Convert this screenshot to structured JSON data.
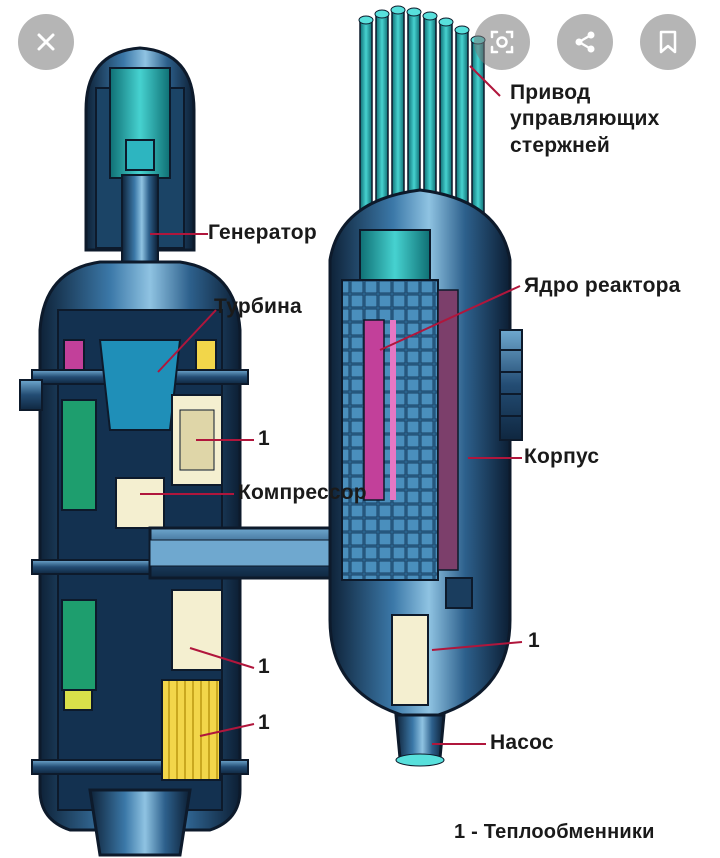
{
  "labels": {
    "control_rods": "Привод\nуправляющих\nстержней",
    "generator": "Генератор",
    "reactor_core": "Ядро реактора",
    "turbine": "Турбина",
    "vessel": "Корпус",
    "hx_1": "1",
    "compressor": "Компрессор",
    "hx_2": "1",
    "hx_3": "1",
    "hx_4": "1",
    "pump": "Насос",
    "legend": "1 - Теплообменники"
  },
  "icons": {
    "close": "close-icon",
    "lens": "lens-icon",
    "share": "share-icon",
    "bookmark": "bookmark-icon"
  },
  "colors": {
    "outline": "#0d1a2b",
    "metal_dark": "#16324f",
    "metal_mid": "#2a5d8a",
    "metal_light": "#6fa8cf",
    "teal": "#1fb3b8",
    "green": "#1e9e6e",
    "magenta": "#c2409a",
    "yellow": "#f2d64a",
    "cream": "#f4efd0",
    "leader": "#b0163c"
  }
}
